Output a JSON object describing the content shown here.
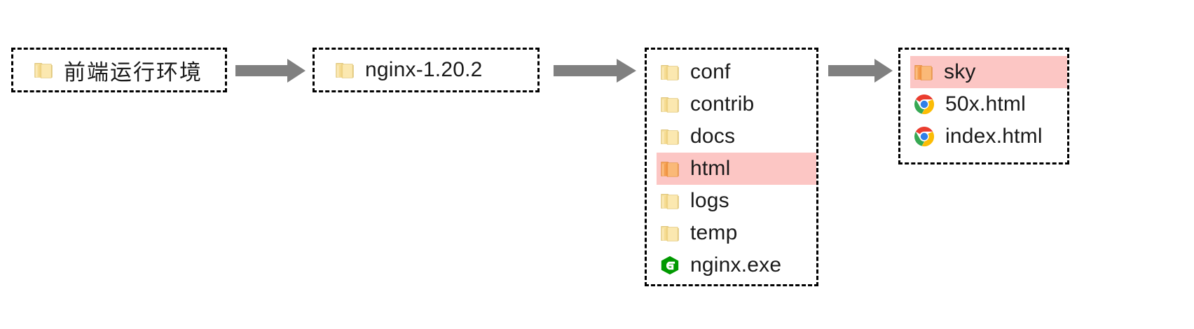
{
  "diagram": {
    "title": "nginx front-end deployment directory flow",
    "background": "#ffffff",
    "arrow_color": "#808080",
    "border_color": "#000000",
    "highlight_color": "#fcc6c4",
    "folder_icon_color": "#f5d77e",
    "folder_highlight_icon_color": "#f59a4b",
    "nginx_icon_color": "#009900"
  },
  "steps": [
    {
      "id": "step-1",
      "name": "front-end-runtime-folder",
      "entries": [
        {
          "icon": "folder-icon",
          "label": "前端运行环境",
          "highlight": false,
          "cjk": true
        }
      ]
    },
    {
      "id": "step-2",
      "name": "nginx-release-folder",
      "entries": [
        {
          "icon": "folder-icon",
          "label": "nginx-1.20.2",
          "highlight": false,
          "cjk": false
        }
      ]
    },
    {
      "id": "step-3",
      "name": "nginx-directory-listing",
      "entries": [
        {
          "icon": "folder-icon",
          "label": "conf",
          "highlight": false,
          "cjk": false
        },
        {
          "icon": "folder-icon",
          "label": "contrib",
          "highlight": false,
          "cjk": false
        },
        {
          "icon": "folder-icon",
          "label": "docs",
          "highlight": false,
          "cjk": false
        },
        {
          "icon": "folder-icon",
          "label": "html",
          "highlight": true,
          "cjk": false
        },
        {
          "icon": "folder-icon",
          "label": "logs",
          "highlight": false,
          "cjk": false
        },
        {
          "icon": "folder-icon",
          "label": "temp",
          "highlight": false,
          "cjk": false
        },
        {
          "icon": "nginx-exe-icon",
          "label": "nginx.exe",
          "highlight": false,
          "cjk": false
        }
      ]
    },
    {
      "id": "step-4",
      "name": "html-directory-listing",
      "entries": [
        {
          "icon": "folder-icon",
          "label": "sky",
          "highlight": true,
          "cjk": false
        },
        {
          "icon": "chrome-icon",
          "label": "50x.html",
          "highlight": false,
          "cjk": false
        },
        {
          "icon": "chrome-icon",
          "label": "index.html",
          "highlight": false,
          "cjk": false
        }
      ]
    }
  ],
  "arrows": [
    {
      "name": "arrow-step1-to-step2",
      "from": "step-1",
      "to": "step-2"
    },
    {
      "name": "arrow-step2-to-step3",
      "from": "step-2",
      "to": "step-3"
    },
    {
      "name": "arrow-step3-to-step4",
      "from": "step-3",
      "to": "step-4"
    }
  ]
}
